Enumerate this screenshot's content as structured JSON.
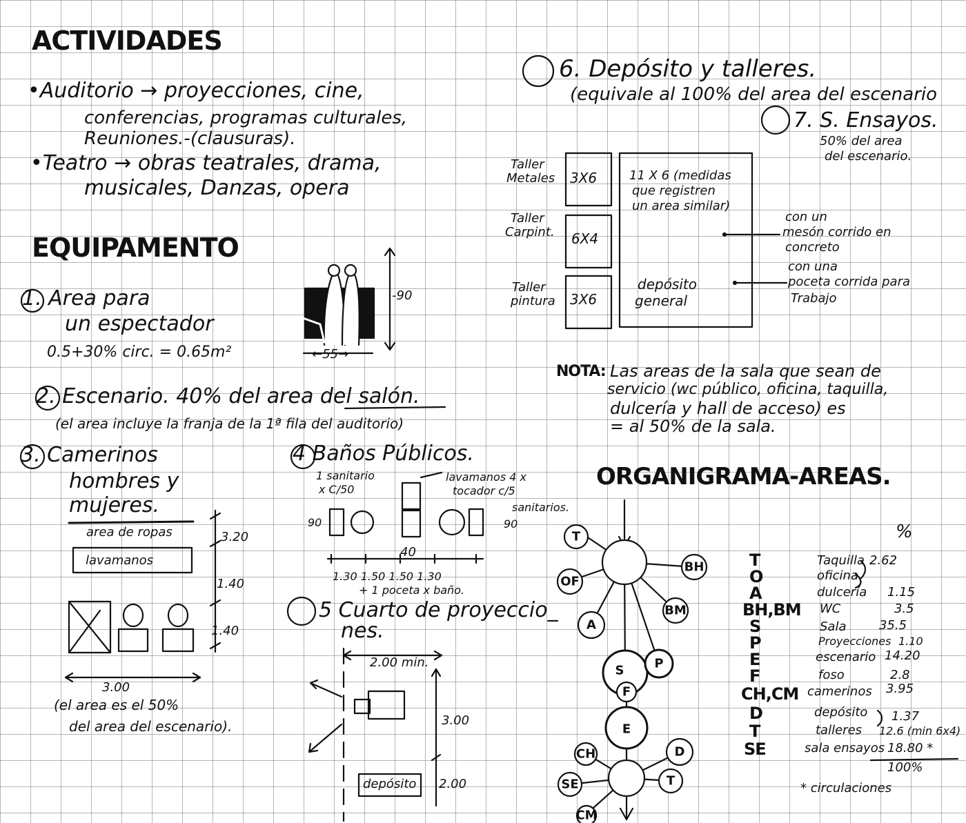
{
  "actividades": {
    "title": "ACTIVIDADES",
    "line1": "•Auditorio → proyecciones, cine,",
    "line2": "conferencias, programas culturales,",
    "line3": "Reuniones.-(clausuras).",
    "line4": "•Teatro → obras teatrales, drama,",
    "line5": "musicales, Danzas, opera"
  },
  "equipamento": {
    "title": "EQUIPAMENTO",
    "item1_l1": "1. Area para",
    "item1_l2": "un espectador",
    "item1_l3": "0.5+30% circ. = 0.65m²",
    "dim_90": "-90",
    "dim_55": "←55→",
    "item2": "2. Escenario. 40% del area del salón.",
    "item2_note": "(el area incluye la franja de la 1ª fila del auditorio)",
    "item3_l1": "3. Camerinos",
    "item3_l2": "hombres y",
    "item3_l3": "mujeres.",
    "area_ropas": "area de ropas",
    "lavamanos": "lavamanos",
    "d320": "3.20",
    "d140a": "1.40",
    "d140b": "1.40",
    "d300": "3.00",
    "item3_note1": "(el area es el 50%",
    "item3_note2": "del area del escenario).",
    "item4_title": "4 Baños Públicos.",
    "sanitario": "1 sanitario",
    "sanitario2": "x C/50",
    "lavamanos_tocador1": "lavamanos 4 x",
    "lavamanos_tocador2": "tocador  c/5",
    "sanitarios": "sanitarios.",
    "b90a": "90",
    "b90b": "90",
    "b40": "40",
    "b_dims": "1.30  1.50    1.50  1.30",
    "b_poceta": "+ 1 poceta x baño.",
    "item5_l1": "5 Cuarto de proyeccio_",
    "item5_l2": "nes.",
    "min200": "2.00 min.",
    "d300b": "3.00",
    "deposito_box": "depósito",
    "d200": "2.00"
  },
  "talleres": {
    "title6": "6. Depósito y talleres.",
    "note6": "(equivale al 100% del area del escenario",
    "title7": "7. S. Ensayos.",
    "note7a": "50% del area",
    "note7b": "del escenario.",
    "taller_metales": [
      "Taller",
      "Metales"
    ],
    "taller_carpint": [
      "Taller",
      "Carpint."
    ],
    "taller_pintura": [
      "Taller",
      "pintura"
    ],
    "m1": "3X6",
    "m2": "6X4",
    "m3": "3X6",
    "big1": "11 X 6 (medidas",
    "big2": "que registren",
    "big3": "un area similar)",
    "deposito1": "depósito",
    "deposito2": "general",
    "meson1": "con un",
    "meson2": "mesón corrido en",
    "meson3": "concreto",
    "poceta1": "con una",
    "poceta2": "poceta corrida para",
    "poceta3": "Trabajo"
  },
  "nota": {
    "label": "NOTA:",
    "l1": "Las areas de la sala que sean de",
    "l2": "servicio (wc público, oficina, taquilla,",
    "l3": "dulcería y hall de acceso) es",
    "l4": "= al 50% de la sala."
  },
  "organigrama": {
    "title": "ORGANIGRAMA-AREAS.",
    "nodes": [
      "T",
      "OF",
      "A",
      "BH",
      "BM",
      "P",
      "S",
      "F",
      "E",
      "CH",
      "SE",
      "CM",
      "D",
      "T"
    ],
    "legend": [
      "T",
      "O",
      "A",
      "BH,BM",
      "S",
      "P",
      "E",
      "F",
      "CH,CM",
      "D",
      "T",
      "SE"
    ],
    "pct_header": "%",
    "rows": [
      {
        "name": "Taquilla",
        "val": "2.62"
      },
      {
        "name": "oficina",
        "val": ""
      },
      {
        "name": "dulcería",
        "val": "1.15"
      },
      {
        "name": "WC",
        "val": "3.5"
      },
      {
        "name": "Sala",
        "val": "35.5"
      },
      {
        "name": "Proyecciones",
        "val": "1.10"
      },
      {
        "name": "escenario",
        "val": "14.20"
      },
      {
        "name": "foso",
        "val": "2.8"
      },
      {
        "name": "camerinos",
        "val": "3.95"
      },
      {
        "name": "depósito",
        "val": "1.37"
      },
      {
        "name": "talleres",
        "val": "12.6 (min 6x4)"
      },
      {
        "name": "sala ensayos",
        "val": "18.80 *"
      }
    ],
    "total": "100%",
    "footnote": "* circulaciones"
  }
}
